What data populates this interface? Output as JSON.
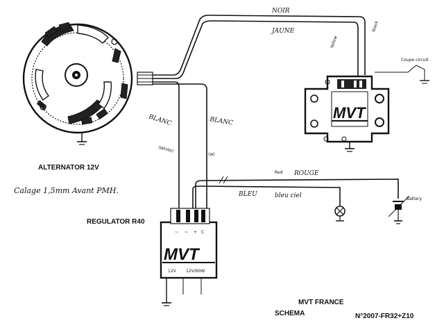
{
  "title": "SCHEMA",
  "manufacturer": "MVT FRANCE",
  "reference": "N°2007-FR32+Z10",
  "calage_note": "Calage 1,5mm Avant PMH.",
  "alternator": {
    "label": "ALTERNATOR 12V"
  },
  "regulator": {
    "label": "REGULATOR R40",
    "brand": "MVT",
    "spec_left": "12V",
    "spec_right": "12V/60W",
    "pin_labels": [
      "~",
      "~",
      "+",
      "C"
    ]
  },
  "ignition": {
    "brand": "MVT"
  },
  "wires": {
    "noir": "NOIR",
    "jaune": "JAUNE",
    "yellow": "Yellow",
    "black": "black",
    "blanc_left": "BLANC",
    "blanc_right": "BLANC",
    "white_left": "(White)",
    "white_right": "(w)",
    "rouge_prefix": "Red",
    "rouge": "ROUGE",
    "bleu": "BLEU",
    "bleu_note": "bleu ciel",
    "coupe_circuit": "Coupe circuit",
    "battery": "Battery"
  },
  "colors": {
    "ink": "#111111",
    "paper": "#ffffff"
  }
}
